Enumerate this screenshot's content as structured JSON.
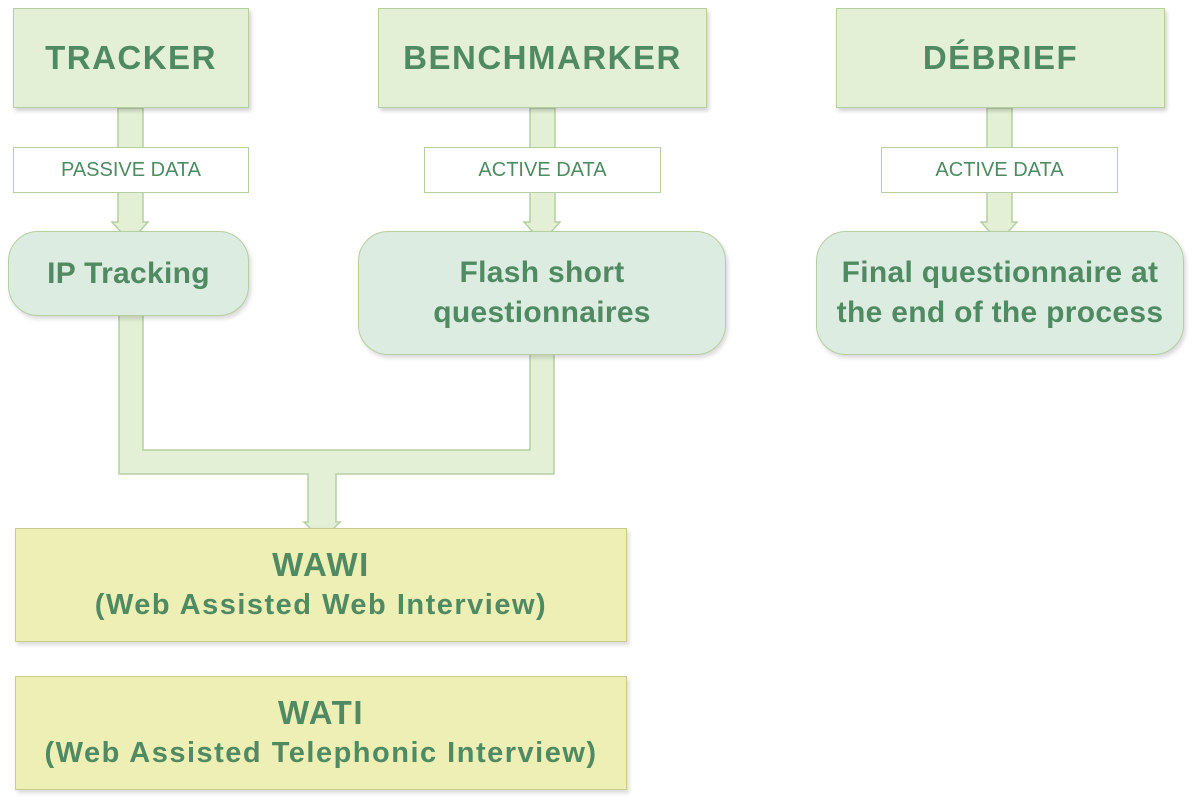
{
  "colors": {
    "text_green": "#4f8a62",
    "header_fill": "#e3f0d5",
    "method_fill": "#dcece0",
    "output_fill": "#eeefb4",
    "connector_fill": "#e3f0d5",
    "border": "#b5cfa3"
  },
  "columns": [
    {
      "header": "TRACKER",
      "data_type": "PASSIVE DATA",
      "method": "IP Tracking"
    },
    {
      "header": "BENCHMARKER",
      "data_type": "ACTIVE DATA",
      "method": [
        "Flash short",
        "questionnaires"
      ]
    },
    {
      "header": "DÉBRIEF",
      "data_type": "ACTIVE DATA",
      "method": [
        "Final questionnaire at",
        "the end of the process"
      ]
    }
  ],
  "outputs": [
    {
      "title": "WAWI",
      "subtitle": "(Web Assisted Web Interview)"
    },
    {
      "title": "WATI",
      "subtitle": "(Web Assisted Telephonic Interview)"
    }
  ]
}
